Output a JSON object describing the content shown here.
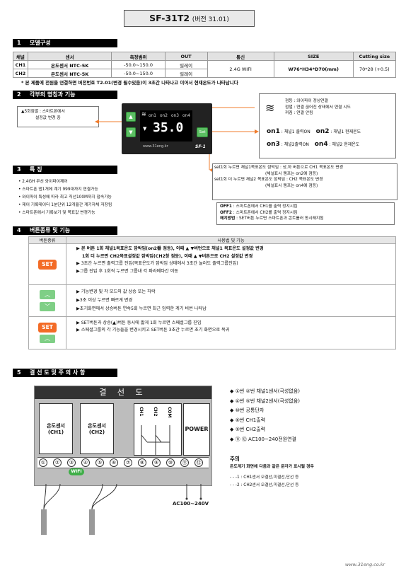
{
  "header": {
    "model": "SF-31T2",
    "version": "(버전 31.01)"
  },
  "section1": {
    "num": "1",
    "title": "모델구성",
    "columns": [
      "채널",
      "센서",
      "측정범위",
      "OUT",
      "통신",
      "SIZE",
      "Cutting size"
    ],
    "rows": [
      [
        "CH1",
        "온도센서  NTC-5K",
        "-50.0~150.0",
        "릴레이"
      ],
      [
        "CH2",
        "온도센서  NTC-5K",
        "-50.0~150.0",
        "릴레이"
      ]
    ],
    "comm": "2.4G  WIFI",
    "size": "W76*H34*D70(mm)",
    "cutting": "70*28 (+0.5)",
    "note": "* 본 제품에 전원을 연결하면 버전번호 T2.01(변경 될수있음)이 3초간 나타나고 이어서 현재온도가 나타납니다"
  },
  "section2": {
    "num": "2",
    "title": "각부의 명칭과 기능",
    "left_note_1": "▲5회점멸 : 스마트폰에서",
    "left_note_2": "설정값 변경 중",
    "device": {
      "on_labels": [
        "on1",
        "on2",
        "on3",
        "on4"
      ],
      "display": "35.0",
      "website": "www.31eng.kr",
      "model_label": "SF-1",
      "set": "Set"
    },
    "wifi_status": [
      "점등 : 와이파이 정상연결",
      "점멸 : 연결 끊어진 상태에서 연결 시도",
      "꺼짐 : 연결 안됨"
    ],
    "on_lines": [
      {
        "a": "on1",
        "at": " : 채널1 출력ON",
        "b": "on2",
        "bt": " : 채널1 현재온도"
      },
      {
        "a": "on3",
        "at": " : 채널2출력ON",
        "b": "on4",
        "bt": " : 채널2 현재온도"
      }
    ],
    "set_notes": [
      "set1회 누르면 채널1목표온도 깜박임 : 상,하 버튼으로 CH1 목표온도 변경",
      "(채널표시 램프는 on2에 점등)",
      "set1회 더 누르면 채널2 목표온도 깜박임 : CH2 목표온도 변경",
      "(채널표시 램프는 on4에 점등)"
    ],
    "off_notes": [
      {
        "k": "OFF1",
        "v": " : 스마트폰에서 CH1을 출력 정지시킴"
      },
      {
        "k": "OFF2",
        "v": " : 스마트폰에서 CH2를 출력 정지시킴"
      },
      {
        "k": "해지방법",
        "v": " : SET버튼 누르면 스마트폰과 콘트롤러 동시해지됨"
      }
    ]
  },
  "section3": {
    "num": "3",
    "title": "특 징",
    "items": [
      "• 2.4GH 무선 와이파이제어",
      "• 스마트폰 앱1개에 계기 999대까지 연결가능",
      "• 와이파이 특성에 따라 최고 직선100M까지 접속가능",
      "• 제어 기록데이터 1분단위 12개월간 계기자체 저장됨",
      "• 스마트폰에서 기록보기 및 목표값 변경가능"
    ]
  },
  "section4": {
    "num": "4",
    "title": "버튼종류 및 기능",
    "col1": "버튼종류",
    "col2": "사용법 및 기능",
    "set_label": "SET",
    "row1": [
      "▶ 본 버튼 1회 채널1목표온도 깜박임(on2番 점등), 이때 ▲ ▼버턴으로 채널1 목표온도 설정값 변경",
      "1회 더 누르면 CH2목표설정값 깜박임(CH2창 점등), 이때 ▲ ▼버튼으로  CH2 설정값 변경",
      "▶ 3초간 누르면 출력그룹 진입(목표온도가 깜박임 상태에서 3초간 눌러도 출력그룹진입)",
      "▶그룹 진입 후 1회씩 누르면 그룹내 각 파라메타간 이동"
    ],
    "row2": [
      "▶ 기능변경 및 각 모드의 값 상승 또는 하락",
      "▶3초 이상 누르면 빠르게 변경",
      "▶초기화면에서 상승버튼 연속5회 누르면  최근 입력한 계기 비번 나타남"
    ],
    "row3": [
      "▶ SET버튼과 상승(▲)버튼 동시에 짧게 1회 누르면 스페셜그룹 진입",
      "▶ 스페셜그룹의 각 기능들을 변경시키고 SET버튼 3초간 누르면 초기 화면으로 복귀"
    ]
  },
  "section5": {
    "num": "5",
    "title": "결 선 도 및 주 의 사 항",
    "diagram_title": "결 선 도",
    "sensor1": [
      "온도센서",
      "(CH1)"
    ],
    "sensor2": [
      "온도센서",
      "(CH2)"
    ],
    "ch_labels": [
      "CH1",
      "CH2",
      "COM"
    ],
    "power": "POWER",
    "terminals": [
      "①",
      "②",
      "③",
      "④",
      "⑤",
      "⑥",
      "⑦",
      "⑧",
      "⑨",
      "⑩",
      "⑪",
      "⑫"
    ],
    "wifi_badge": "WIFI",
    "ac_label": "AC100~240V",
    "legend": [
      "◆  ①번 ②번 채널1센서(극성없음)",
      "◆  ④번 ⑤번 채널2센서(극성없음)",
      "◆  ⑩번  공통단자",
      "◆  ⑧번 CH1출력",
      "◆  ⑨번 CH2출력",
      "◆  ⑪ ⑫ AC100~240전원연결"
    ],
    "caution_title": "주의",
    "caution_sub": "온도계기 화면에 다음과 같은 문자가 표시될 경우",
    "caution_items": [
      "- - -1 : CH1센서 오결선,미결선,단선 등",
      "- - -2 : CH2센서 오결선,미결선,단선 등"
    ]
  },
  "footer": {
    "url": "www.31eng.co.kr"
  },
  "colors": {
    "green_button": "#5cbf63",
    "orange_set": "#f36b26",
    "arrow_line": "#f07c2c",
    "section_bar": "#000000"
  }
}
